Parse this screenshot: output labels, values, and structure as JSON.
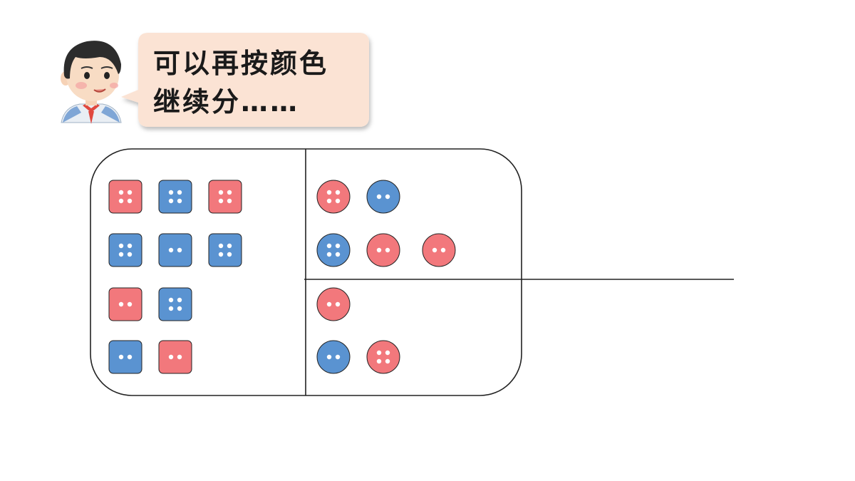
{
  "speech": {
    "line1": "可以再按颜色",
    "line2": "继续分……"
  },
  "colors": {
    "red": "#f2787c",
    "blue": "#5a93d1",
    "bubble": "#fbe3d4",
    "outline": "#222222"
  },
  "groups": {
    "squares": [
      {
        "shape": "square",
        "color": "red",
        "holes": 4
      },
      {
        "shape": "square",
        "color": "blue",
        "holes": 4
      },
      {
        "shape": "square",
        "color": "red",
        "holes": 4
      },
      {
        "shape": "square",
        "color": "blue",
        "holes": 4
      },
      {
        "shape": "square",
        "color": "blue",
        "holes": 2
      },
      {
        "shape": "square",
        "color": "blue",
        "holes": 4
      },
      {
        "shape": "square",
        "color": "red",
        "holes": 2
      },
      {
        "shape": "square",
        "color": "blue",
        "holes": 4
      },
      {
        "shape": "square",
        "color": "blue",
        "holes": 2
      },
      {
        "shape": "square",
        "color": "red",
        "holes": 2
      }
    ],
    "circles_top": [
      {
        "shape": "circle",
        "color": "red",
        "holes": 4
      },
      {
        "shape": "circle",
        "color": "blue",
        "holes": 2
      },
      {
        "shape": "circle",
        "color": "blue",
        "holes": 4
      },
      {
        "shape": "circle",
        "color": "red",
        "holes": 2
      },
      {
        "shape": "circle",
        "color": "red",
        "holes": 2
      }
    ],
    "circles_bottom": [
      {
        "shape": "circle",
        "color": "red",
        "holes": 2
      },
      {
        "shape": "circle",
        "color": "blue",
        "holes": 2
      },
      {
        "shape": "circle",
        "color": "red",
        "holes": 4
      }
    ]
  }
}
